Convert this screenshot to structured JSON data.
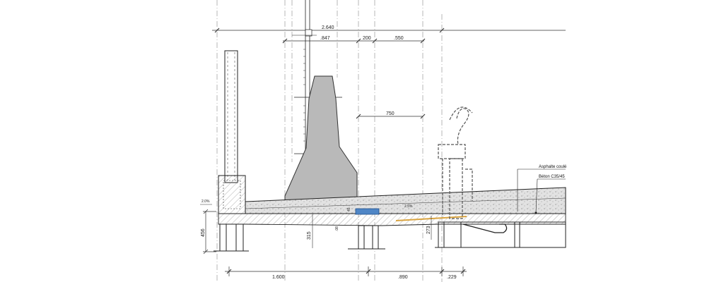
{
  "drawing": {
    "dimensions": {
      "overall_width": "2.640",
      "top_847": ".847",
      "top_200": "200",
      "top_550": ".550",
      "mid_750": "750",
      "bottom_1600": "1.600",
      "bottom_890": ".890",
      "bottom_229": ".229",
      "height_456": "456",
      "height_315": "315",
      "height_08": ".08",
      "height_273": "273",
      "height_45": "45",
      "slope_left": "2.0%",
      "slope_mid": "2.5%"
    },
    "annotations": {
      "asphalt": "Asphalte coulé",
      "concrete": "Béton C35/45"
    }
  }
}
